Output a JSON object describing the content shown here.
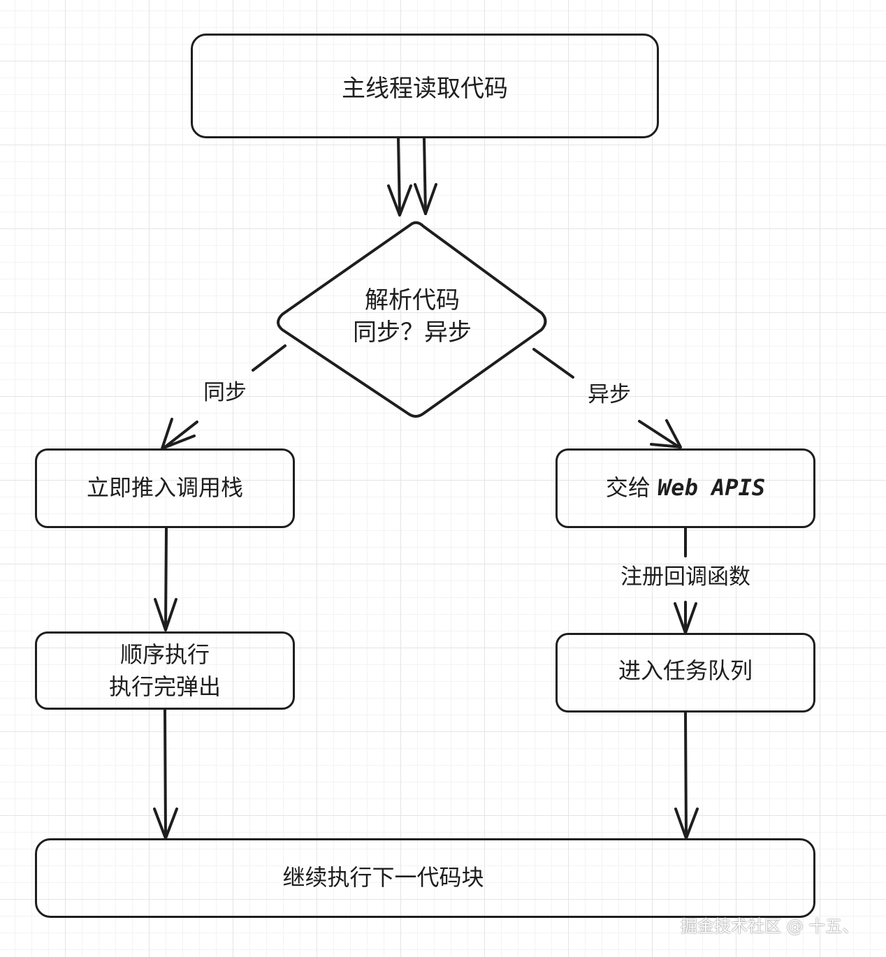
{
  "nodes": {
    "main_thread": "主线程读取代码",
    "decision_line1": "解析代码",
    "decision_line2": "同步？异步",
    "push_stack": "立即推入调用栈",
    "exec_line1": "顺序执行",
    "exec_line2": "执行完弹出",
    "webapi_prefix": "交给 ",
    "webapi_name": "Web APIS",
    "task_queue": "进入任务队列",
    "continue": "继续执行下一代码块"
  },
  "edges": {
    "sync": "同步",
    "async": "异步",
    "register": "注册回调函数"
  },
  "watermark": "掘金技术社区 @ 十五、",
  "colors": {
    "stroke": "#1e1e1e",
    "grid": "#e4e4e4",
    "background": "#ffffff"
  }
}
